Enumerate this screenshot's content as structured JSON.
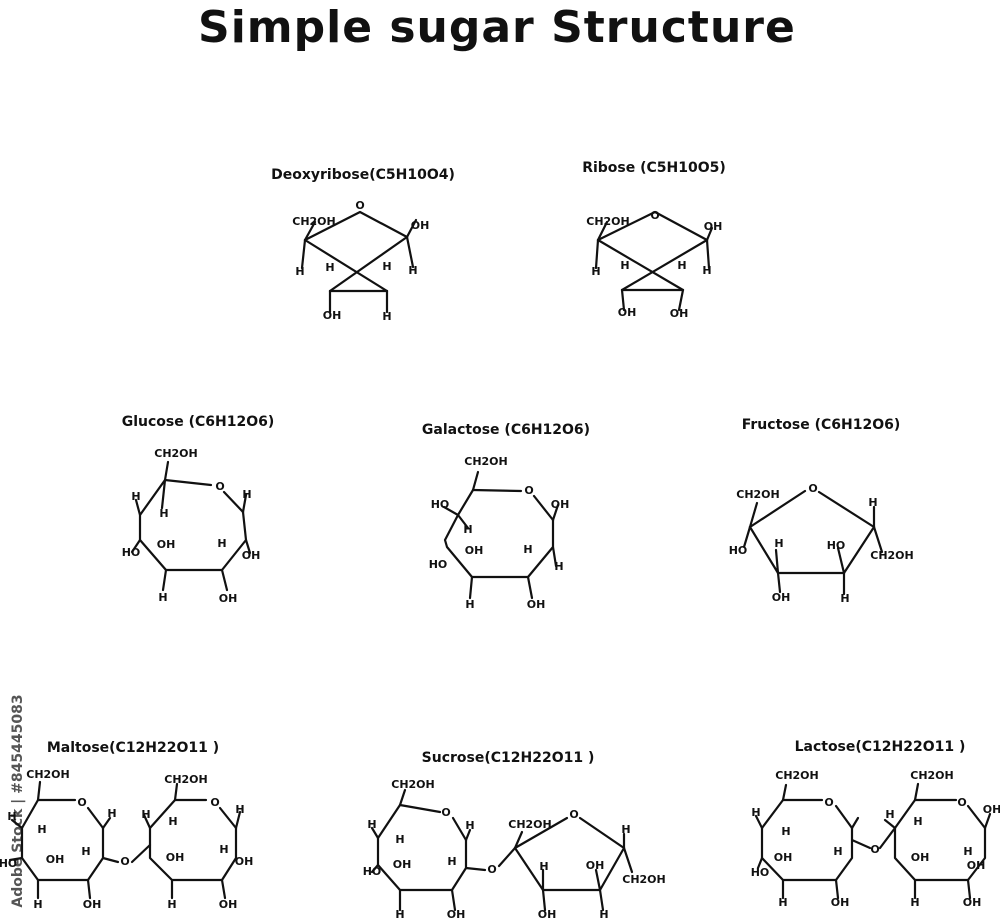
{
  "title": "Simple sugar Structure",
  "stock_id": "Adobe Stock | #845445083",
  "atoms": {
    "o": "O",
    "h": "H",
    "oh": "OH",
    "ho": "HO",
    "ch2oh": "CH2OH"
  },
  "sugars": [
    {
      "key": "deoxyribose",
      "name": "Deoxyribose(C5H10O4)"
    },
    {
      "key": "ribose",
      "name": "Ribose (C5H10O5)"
    },
    {
      "key": "glucose",
      "name": "Glucose (C6H12O6)"
    },
    {
      "key": "galactose",
      "name": "Galactose (C6H12O6)"
    },
    {
      "key": "fructose",
      "name": "Fructose (C6H12O6)"
    },
    {
      "key": "maltose",
      "name": "Maltose(C12H22O11 )"
    },
    {
      "key": "sucrose",
      "name": "Sucrose(C12H22O11 )"
    },
    {
      "key": "lactose",
      "name": "Lactose(C12H22O11 )"
    }
  ]
}
